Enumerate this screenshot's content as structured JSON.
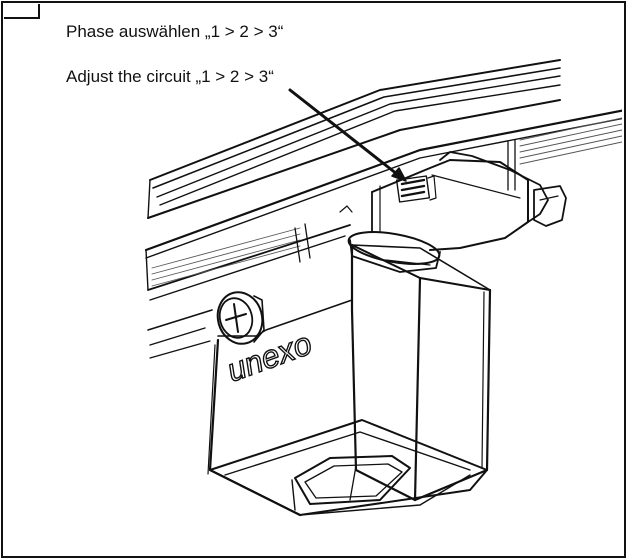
{
  "captions": {
    "german": "Phase auswählen „1 > 2 > 3“",
    "english": "Adjust the circuit „1 > 2 > 3“"
  },
  "device": {
    "brand_logo": "unexo"
  },
  "icons": {
    "adjust_screw": "screw-icon",
    "indicator_arrow": "arrow-icon",
    "circuit_selector": "phase-selector-switch"
  },
  "colors": {
    "line": "#111111",
    "background": "#ffffff",
    "shade": "#9a9a9a"
  }
}
